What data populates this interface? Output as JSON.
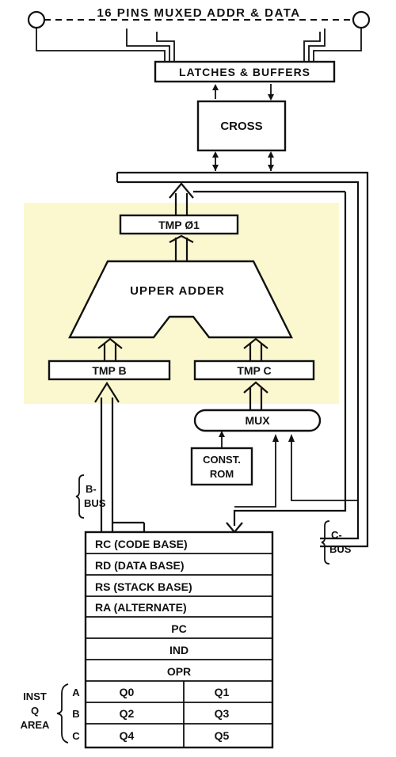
{
  "top_label": "16 PINS MUXED ADDR & DATA",
  "blocks": {
    "latches": "LATCHES & BUFFERS",
    "cross": "CROSS",
    "tmp01": "TMP Ø1",
    "upper_adder": "UPPER ADDER",
    "tmp_b": "TMP B",
    "tmp_c": "TMP C",
    "mux": "MUX",
    "const_rom_line1": "CONST.",
    "const_rom_line2": "ROM"
  },
  "buses": {
    "b_bus_line1": "B-",
    "b_bus_line2": "BUS",
    "c_bus_line1": "C-",
    "c_bus_line2": "BUS"
  },
  "registers": [
    "RC (CODE BASE)",
    "RD (DATA BASE)",
    "RS (STACK BASE)",
    "RA (ALTERNATE)",
    "PC",
    "IND",
    "OPR"
  ],
  "inst_q": {
    "label_line1": "INST",
    "label_line2": "Q",
    "label_line3": "AREA",
    "rows": [
      {
        "row": "A",
        "left": "Q0",
        "right": "Q1"
      },
      {
        "row": "B",
        "left": "Q2",
        "right": "Q3"
      },
      {
        "row": "C",
        "left": "Q4",
        "right": "Q5"
      }
    ]
  },
  "colors": {
    "highlight": "#fbf8cf",
    "ink": "#111111"
  }
}
